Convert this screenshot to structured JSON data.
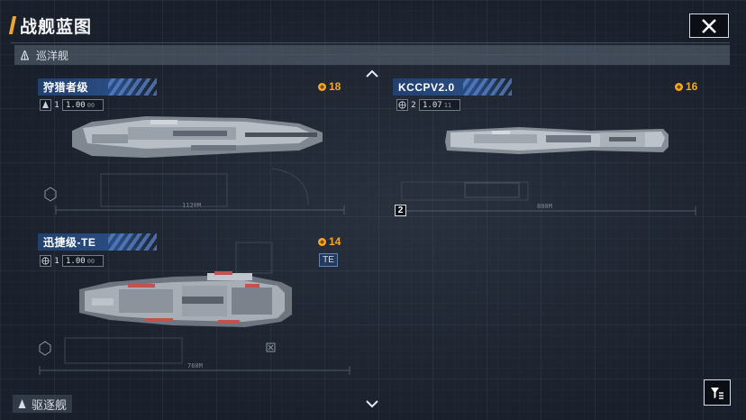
{
  "header": {
    "title": "战舰蓝图"
  },
  "section": {
    "label": "巡洋舰"
  },
  "bottom": {
    "label": "驱逐舰"
  },
  "ships": [
    {
      "name": "狩猎者级",
      "cost": "18",
      "level": "1",
      "value": "1.00",
      "value_suffix": "00",
      "length_label": "1120M",
      "has_te": false
    },
    {
      "name": "KCCPV2.0",
      "cost": "16",
      "level": "2",
      "value": "1.07",
      "value_suffix": "11",
      "length_label": "800M",
      "tier": "2",
      "has_te": false
    },
    {
      "name": "迅捷级-TE",
      "cost": "14",
      "level": "1",
      "value": "1.00",
      "value_suffix": "00",
      "length_label": "760M",
      "badge": "TE",
      "has_te": true
    }
  ],
  "colors": {
    "accent": "#f0a630",
    "tag_blue": "#2a4d82",
    "cost_gold": "#f3a927",
    "te_border": "#5f83b5"
  }
}
